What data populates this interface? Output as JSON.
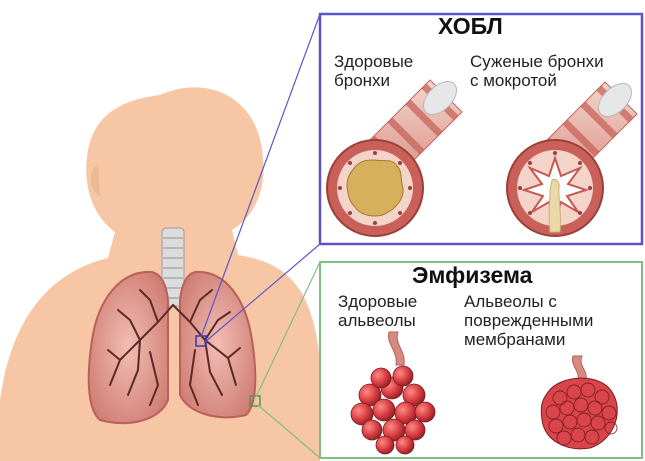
{
  "copd_panel": {
    "title": "ХОБЛ",
    "healthy_label": "Здоровые\nбронхи",
    "narrowed_label": "Суженые бронхи\nс мокротой"
  },
  "emphysema_panel": {
    "title": "Эмфизема",
    "healthy_label": "Здоровые\nальвеолы",
    "damaged_label": "Альвеолы с\nповрежденными\nмембранами"
  },
  "colors": {
    "body": "#f7c6a4",
    "lung": "#e6a39a",
    "lung_dark": "#b9605b",
    "bronchi_tree": "#5a2b25",
    "copd_frame": "#5c55c8",
    "emphysema_frame": "#7fbf86",
    "tube_stripe": "#c8645a",
    "alveoli": "#c93a3e"
  }
}
